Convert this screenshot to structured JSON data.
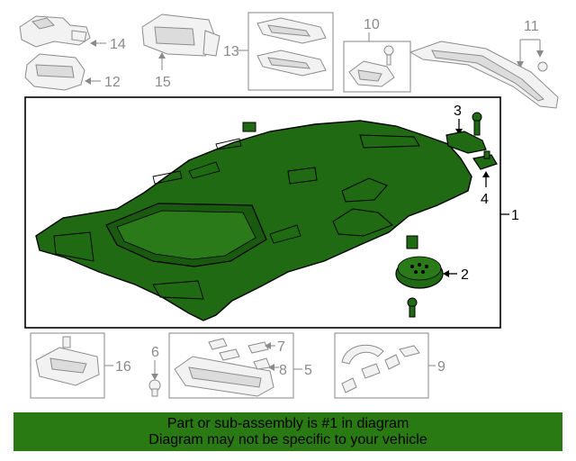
{
  "callouts": {
    "c1": "1",
    "c2": "2",
    "c3": "3",
    "c4": "4",
    "c5": "5",
    "c6": "6",
    "c7": "7",
    "c8": "8",
    "c9": "9",
    "c10": "10",
    "c11": "11",
    "c12": "12",
    "c13": "13",
    "c14": "14",
    "c15": "15",
    "c16": "16"
  },
  "colors": {
    "highlight_part": "#1f6a12",
    "banner": "#2a7a14",
    "grey_parts": "#8c8c8c"
  },
  "banner": {
    "line1": "Part or sub-assembly is #1 in diagram",
    "line2": "Diagram may not be specific to your vehicle"
  }
}
